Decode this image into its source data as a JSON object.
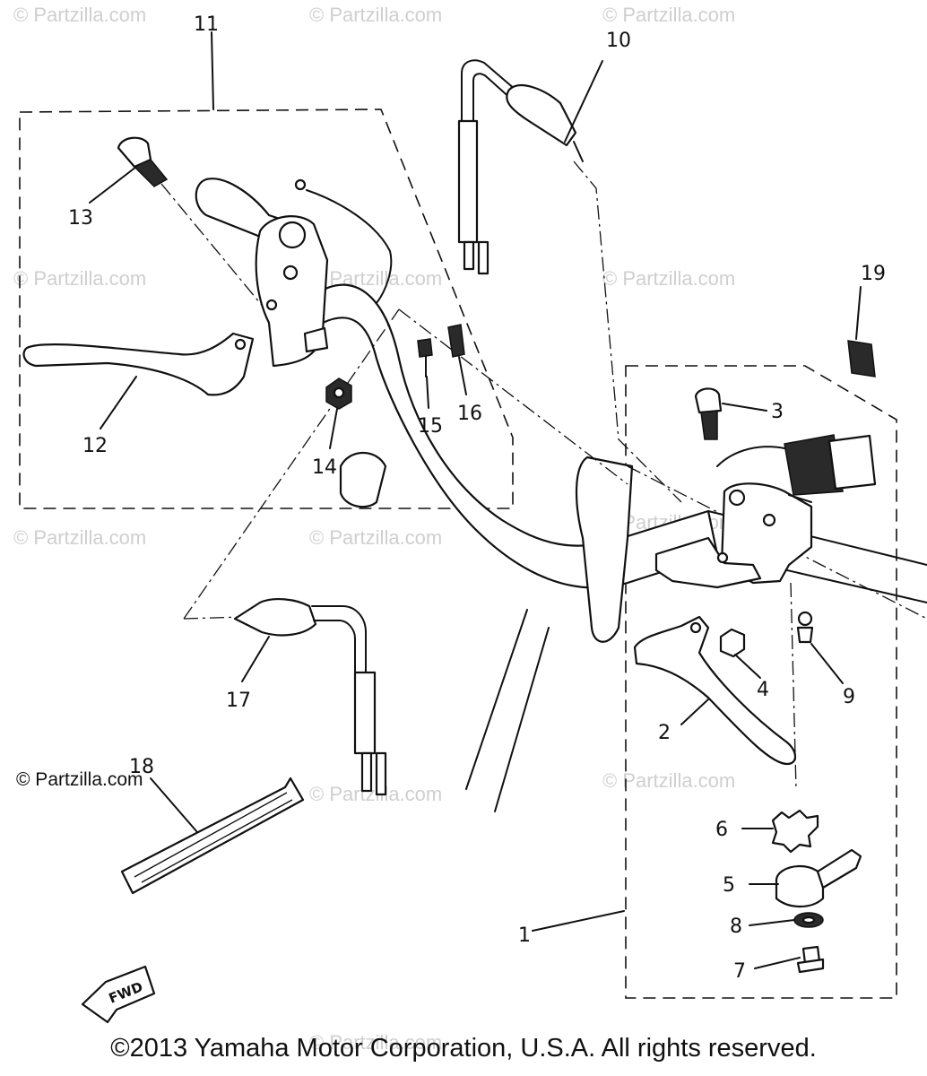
{
  "diagram": {
    "callouts": [
      {
        "id": "c1",
        "text": "1"
      },
      {
        "id": "c2",
        "text": "2"
      },
      {
        "id": "c3",
        "text": "3"
      },
      {
        "id": "c4",
        "text": "4"
      },
      {
        "id": "c5",
        "text": "5"
      },
      {
        "id": "c6",
        "text": "6"
      },
      {
        "id": "c7",
        "text": "7"
      },
      {
        "id": "c8",
        "text": "8"
      },
      {
        "id": "c9",
        "text": "9"
      },
      {
        "id": "c10",
        "text": "10"
      },
      {
        "id": "c11",
        "text": "11"
      },
      {
        "id": "c12",
        "text": "12"
      },
      {
        "id": "c13",
        "text": "13"
      },
      {
        "id": "c14",
        "text": "14"
      },
      {
        "id": "c15",
        "text": "15"
      },
      {
        "id": "c16",
        "text": "16"
      },
      {
        "id": "c17",
        "text": "17"
      },
      {
        "id": "c18",
        "text": "18"
      },
      {
        "id": "c19",
        "text": "19"
      }
    ],
    "fwd_label": "FWD",
    "watermark": "© Partzilla.com",
    "brand_note": "© Partzilla.com",
    "copyright": "©2013 Yamaha Motor Corporation, U.S.A. All rights reserved."
  },
  "colors": {
    "ink": "#111111",
    "watermark": "#cfcfcf",
    "background": "#ffffff"
  }
}
